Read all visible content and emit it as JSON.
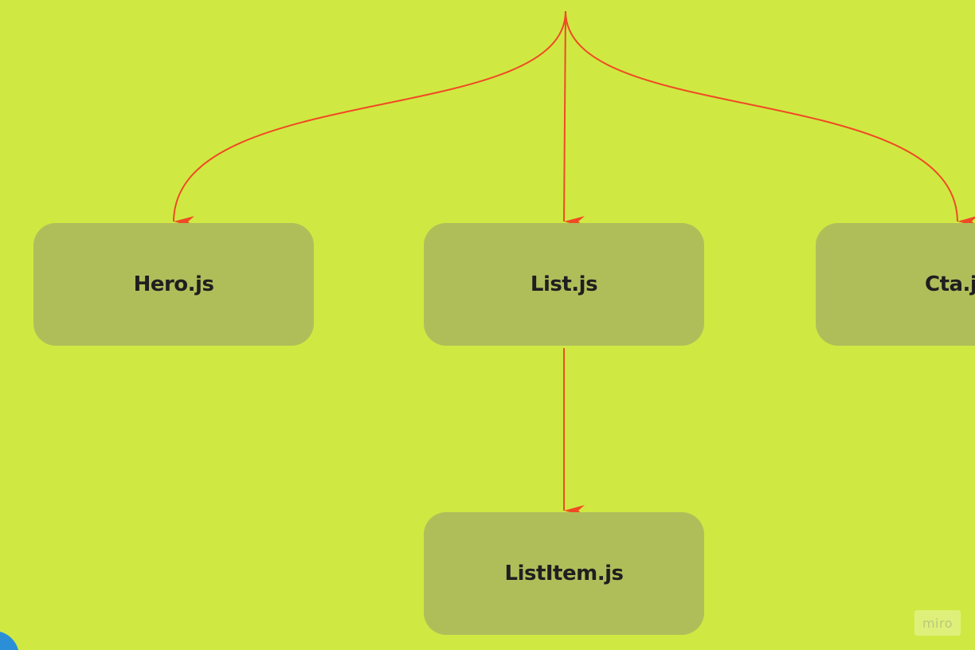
{
  "colors": {
    "board_background": "#cfe942",
    "node_fill": "#b0be5a",
    "node_text": "#1f1f1f",
    "connector": "#f04a24",
    "corner_accent": "#2b8fd8",
    "watermark_bg": "#dff07a",
    "watermark_text": "#b9c87a"
  },
  "nodes": {
    "hero": {
      "label": "Hero.js"
    },
    "list": {
      "label": "List.js"
    },
    "cta": {
      "label": "Cta.js"
    },
    "listitem": {
      "label": "ListItem.js"
    }
  },
  "connections": [
    {
      "from": "parent",
      "to": "hero"
    },
    {
      "from": "parent",
      "to": "list"
    },
    {
      "from": "parent",
      "to": "cta"
    },
    {
      "from": "list",
      "to": "listitem"
    }
  ],
  "watermark": {
    "text": "miro"
  }
}
